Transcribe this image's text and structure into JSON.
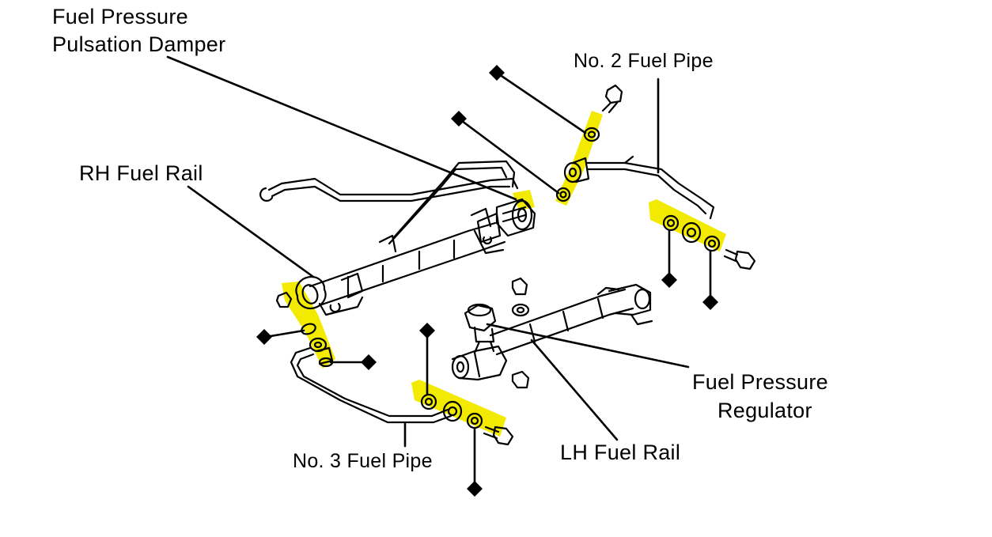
{
  "labels": {
    "pulsation_damper_line1": "Fuel Pressure",
    "pulsation_damper_line2": "Pulsation Damper",
    "no2_fuel_pipe": "No. 2 Fuel Pipe",
    "rh_fuel_rail": "RH Fuel Rail",
    "regulator_line1": "Fuel Pressure",
    "regulator_line2": "Regulator",
    "lh_fuel_rail": "LH Fuel Rail",
    "no3_fuel_pipe": "No. 3 Fuel Pipe"
  },
  "colors": {
    "ink": "#000000",
    "highlight": "#f2ea00",
    "paper": "#ffffff"
  },
  "legend_symbol": "non-reusable-part-diamond"
}
